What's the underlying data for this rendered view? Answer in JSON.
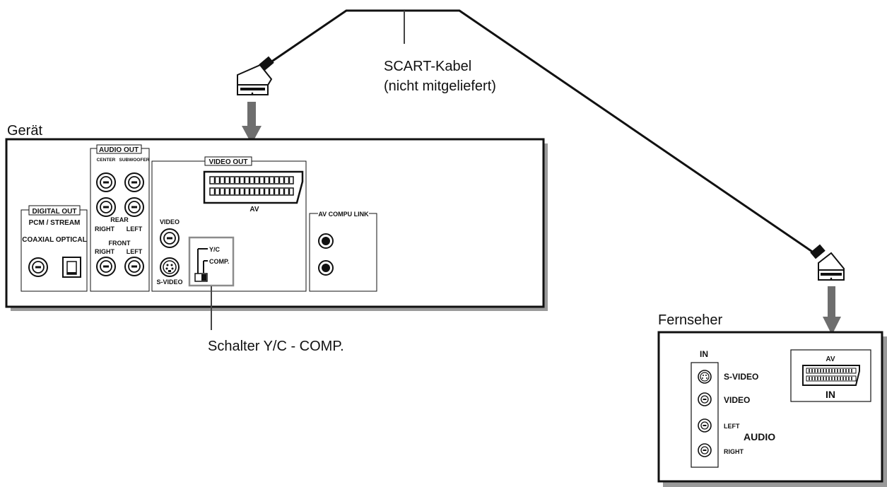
{
  "labels": {
    "device": "Gerät",
    "tv": "Fernseher",
    "cable_line1": "SCART-Kabel",
    "cable_line2": "(nicht mitgeliefert)",
    "switch_callout": "Schalter Y/C - COMP."
  },
  "device_panel": {
    "digital_out": "DIGITAL OUT",
    "pcm_stream": "PCM / STREAM",
    "coaxial_optical": "COAXIAL OPTICAL",
    "audio_out": "AUDIO OUT",
    "center": "CENTER",
    "subwoofer": "SUBWOOFER",
    "rear": "REAR",
    "right1": "RIGHT",
    "left1": "LEFT",
    "front": "FRONT",
    "right2": "RIGHT",
    "left2": "LEFT",
    "video_out": "VIDEO OUT",
    "av": "AV",
    "video": "VIDEO",
    "s_video": "S-VIDEO",
    "yc": "Y/C",
    "comp": "COMP.",
    "av_compu_link": "AV COMPU LINK"
  },
  "tv_panel": {
    "in_top": "IN",
    "s_video": "S-VIDEO",
    "video": "VIDEO",
    "left": "LEFT",
    "audio": "AUDIO",
    "right": "RIGHT",
    "av": "AV",
    "in_scart": "IN"
  },
  "colors": {
    "line": "#111111",
    "arrow": "#6e6e6e",
    "shadow": "#9a9a9a",
    "switch_box": "#8c8c8c"
  }
}
